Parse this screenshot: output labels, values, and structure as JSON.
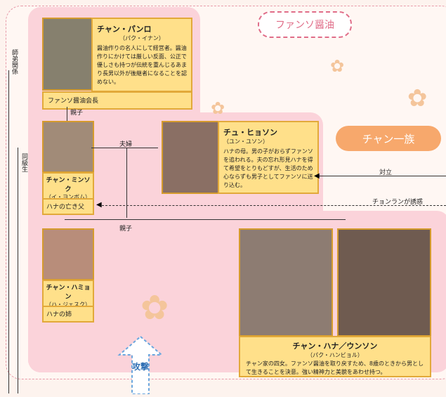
{
  "badge": {
    "fanso": "ファンソ醤油"
  },
  "clan": {
    "label": "チャン一族"
  },
  "relations": {
    "mentor": "師弟関係",
    "classmate": "同級生",
    "oyako1": "親子",
    "fuufu": "夫婦",
    "oyako2": "親子",
    "tairitsu": "対立",
    "yuukai": "チョンランが誘惑"
  },
  "people": {
    "panro": {
      "name": "チャン・パンロ",
      "actor": "（パク・イナン）",
      "desc": "醤油作りの名人にして経営者。醤油作りにかけては厳しい反面、公正で優しさも持つが伝統を重んじるあまり長男以外が後継者になることを認めない。",
      "role": "ファンソ醤油会長"
    },
    "minsoku": {
      "name": "チャン・ミンソク",
      "actor": "（イ・ヨンボム）",
      "role": "ハナの亡き父"
    },
    "hyoson": {
      "name": "チュ・ヒョソン",
      "actor": "（ユン・ユソン）",
      "desc": "ハナの母。男の子がおらずファンソを追われる。夫の忘れ形見ハナを得て希望をとりもどすが、生活のため心ならずも男子としてファンソに送り込む。"
    },
    "hamion": {
      "name": "チャン・ハミョン",
      "actor": "（ハ・ジェスク）",
      "role": "ハナの姉"
    },
    "hana": {
      "name": "チャン・ハナ／ウンソン",
      "actor": "（パク・ハンビョル）",
      "desc": "チャン家の四女。ファンソ醤油を取り戻すため、8歳のときから男として生きることを決意。強い精神力と美貌をあわせ持つ。"
    }
  },
  "arrow": {
    "label": "攻撃"
  }
}
